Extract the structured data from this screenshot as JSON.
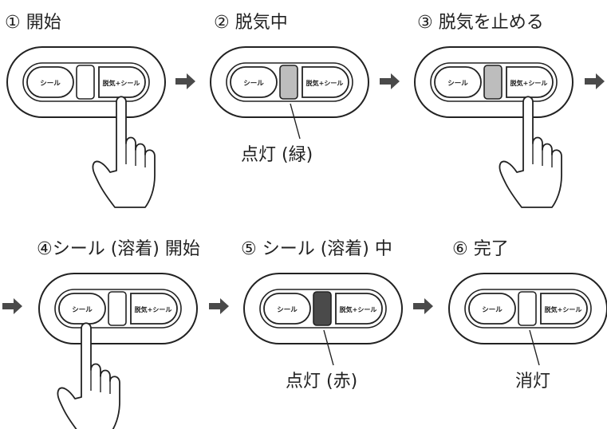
{
  "steps": [
    {
      "title": "① 開始",
      "callout": "",
      "state": "off",
      "hand": "right"
    },
    {
      "title": "② 脱気中",
      "callout": "点灯 (緑)",
      "state": "green",
      "hand": "none"
    },
    {
      "title": "③ 脱気を止める",
      "callout": "",
      "state": "green",
      "hand": "right"
    },
    {
      "title": "④シール (溶着) 開始",
      "callout": "",
      "state": "off",
      "hand": "left"
    },
    {
      "title": "⑤ シール (溶着) 中",
      "callout": "点灯 (赤)",
      "state": "red",
      "hand": "none"
    },
    {
      "title": "⑥ 完了",
      "callout": "消灯",
      "state": "off",
      "hand": "none"
    }
  ],
  "panel": {
    "seal_label": "シール",
    "vacuum_seal_label": "脱気+シール"
  },
  "indicator_colors": {
    "off": "#ffffff",
    "green": "#bdbdbd",
    "red": "#4a4a4a"
  },
  "icons": {
    "finger": "pointing-hand-icon",
    "next": "arrow-right-icon"
  }
}
